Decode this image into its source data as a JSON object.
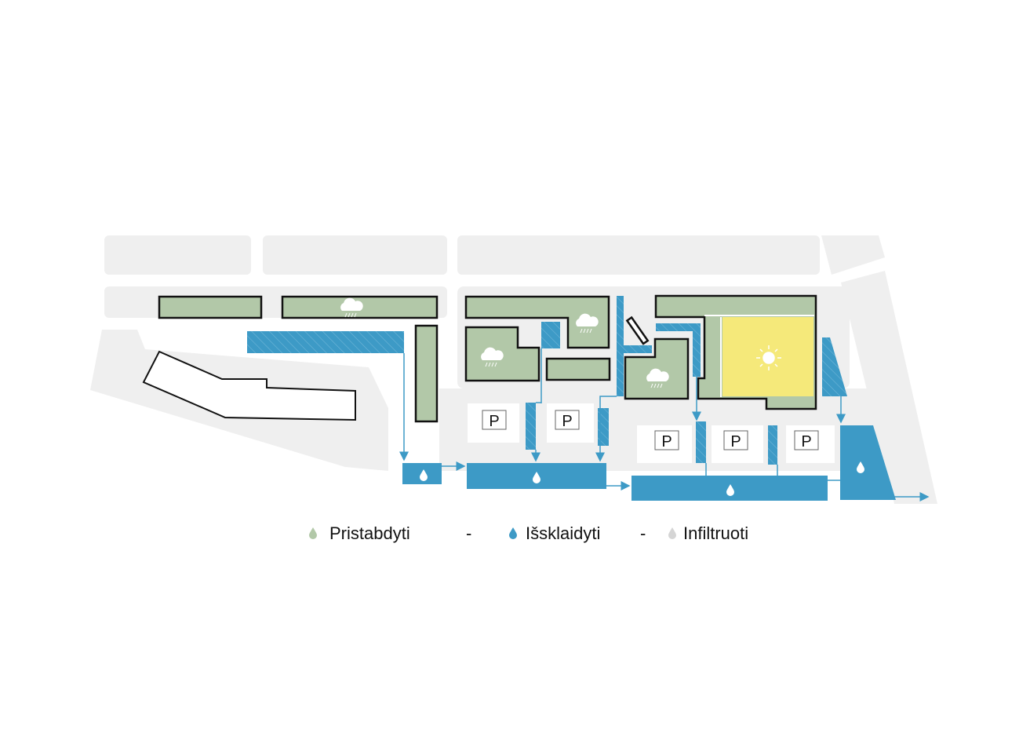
{
  "legend": {
    "items": [
      {
        "label": "Pristabdyti",
        "color": "#b2c8a8"
      },
      {
        "label": "Išsklaidyti",
        "color": "#3d9ac6"
      },
      {
        "label": "Infiltruoti",
        "color": "#d5d5d5"
      }
    ],
    "separator": "-"
  },
  "parking": {
    "label": "P",
    "count": 5
  },
  "colors": {
    "green": "#b2c8a8",
    "blue": "#3d9ac6",
    "yellow": "#f5e97a",
    "ground": "#efefef"
  }
}
